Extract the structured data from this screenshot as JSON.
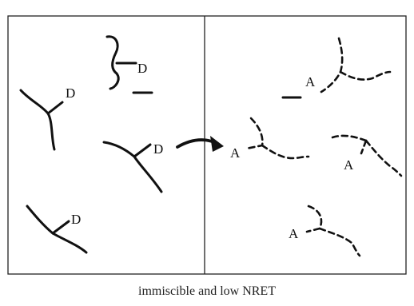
{
  "labels": {
    "donor": "D",
    "acceptor": "A"
  },
  "caption": "immiscible and low  NRET"
}
